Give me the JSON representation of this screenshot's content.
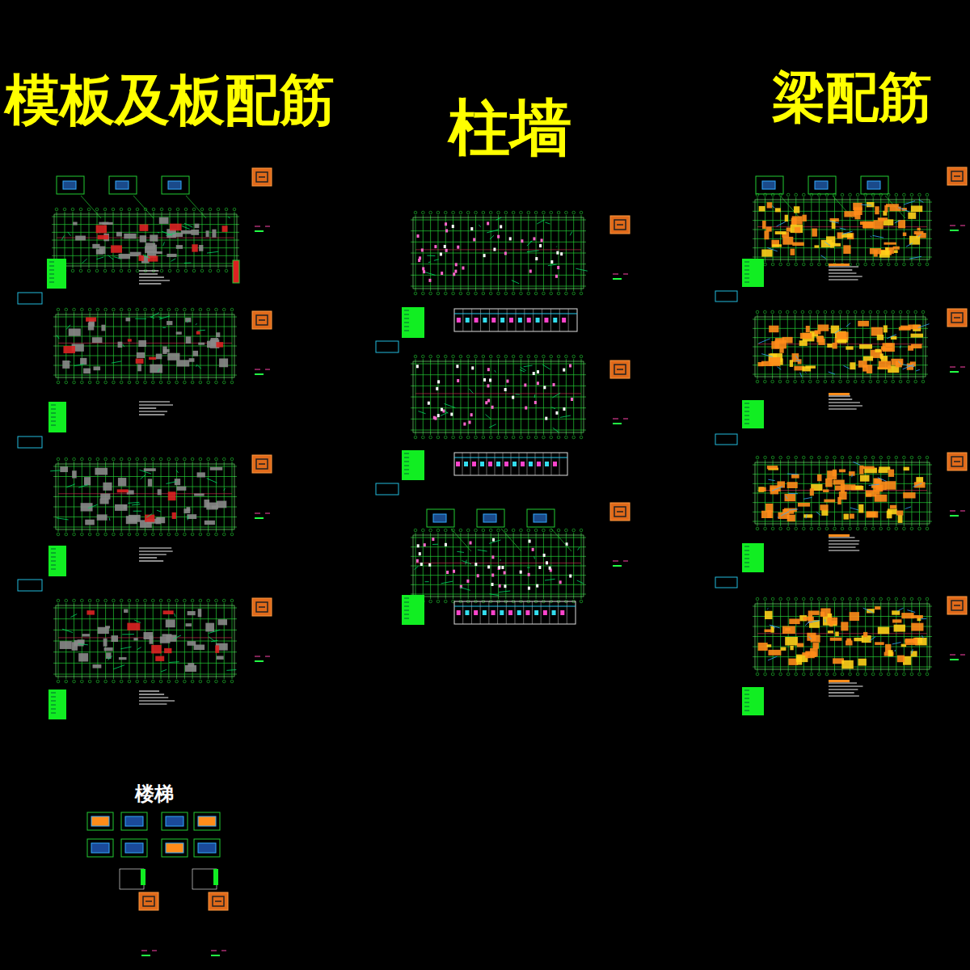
{
  "diagram": {
    "labels": [
      "模板及板配筋",
      "柱墙",
      "梁配筋",
      "楼梯"
    ]
  }
}
